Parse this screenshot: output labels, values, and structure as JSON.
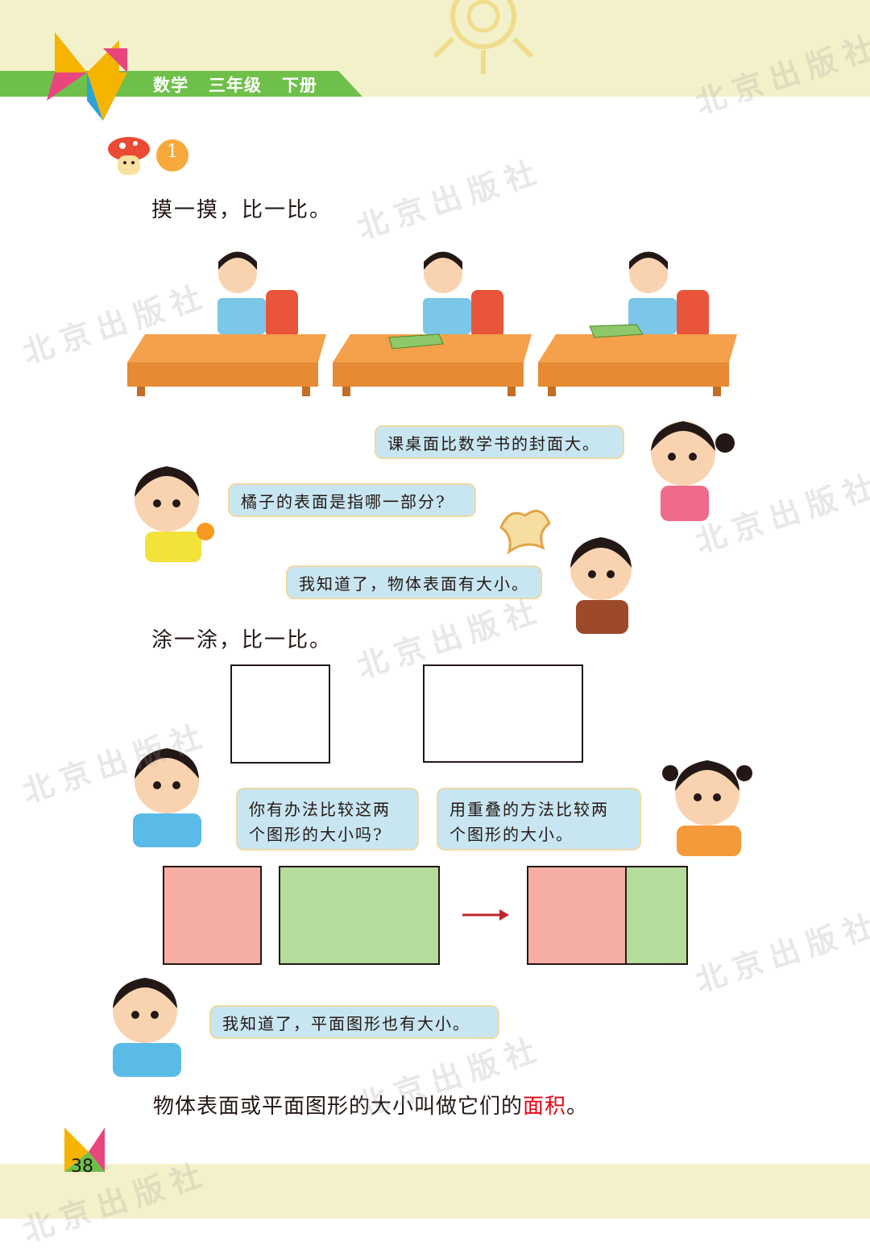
{
  "header": {
    "title": "数学   三年级   下册"
  },
  "section": {
    "number": "1"
  },
  "instructions": {
    "touch_compare": "摸一摸，比一比。",
    "color_compare": "涂一涂，比一比。"
  },
  "dialogues": {
    "girl_desk": "课桌面比数学书的封面大。",
    "boy_orange": "橘子的表面是指哪一部分?",
    "boy_know_surface": "我知道了，物体表面有大小。",
    "boy_compare_line1": "你有办法比较这两",
    "boy_compare_line2": "个图形的大小吗?",
    "girl_overlap_line1": "用重叠的方法比较两",
    "girl_overlap_line2": "个图形的大小。",
    "boy_plane": "我知道了，平面图形也有大小。"
  },
  "definition": {
    "prefix": "物体表面或平面图形的大小叫做它们的",
    "term": "面积",
    "suffix": "。"
  },
  "watermark": "北京出版社",
  "page_number": "38",
  "colors": {
    "header_green": "#6ec04a",
    "pink_shape": "#f6aea4",
    "green_shape": "#b5dc9b",
    "bubble_fill": "#c8e6f2",
    "term_red": "#e60012",
    "arrow_red": "#c0272d"
  }
}
